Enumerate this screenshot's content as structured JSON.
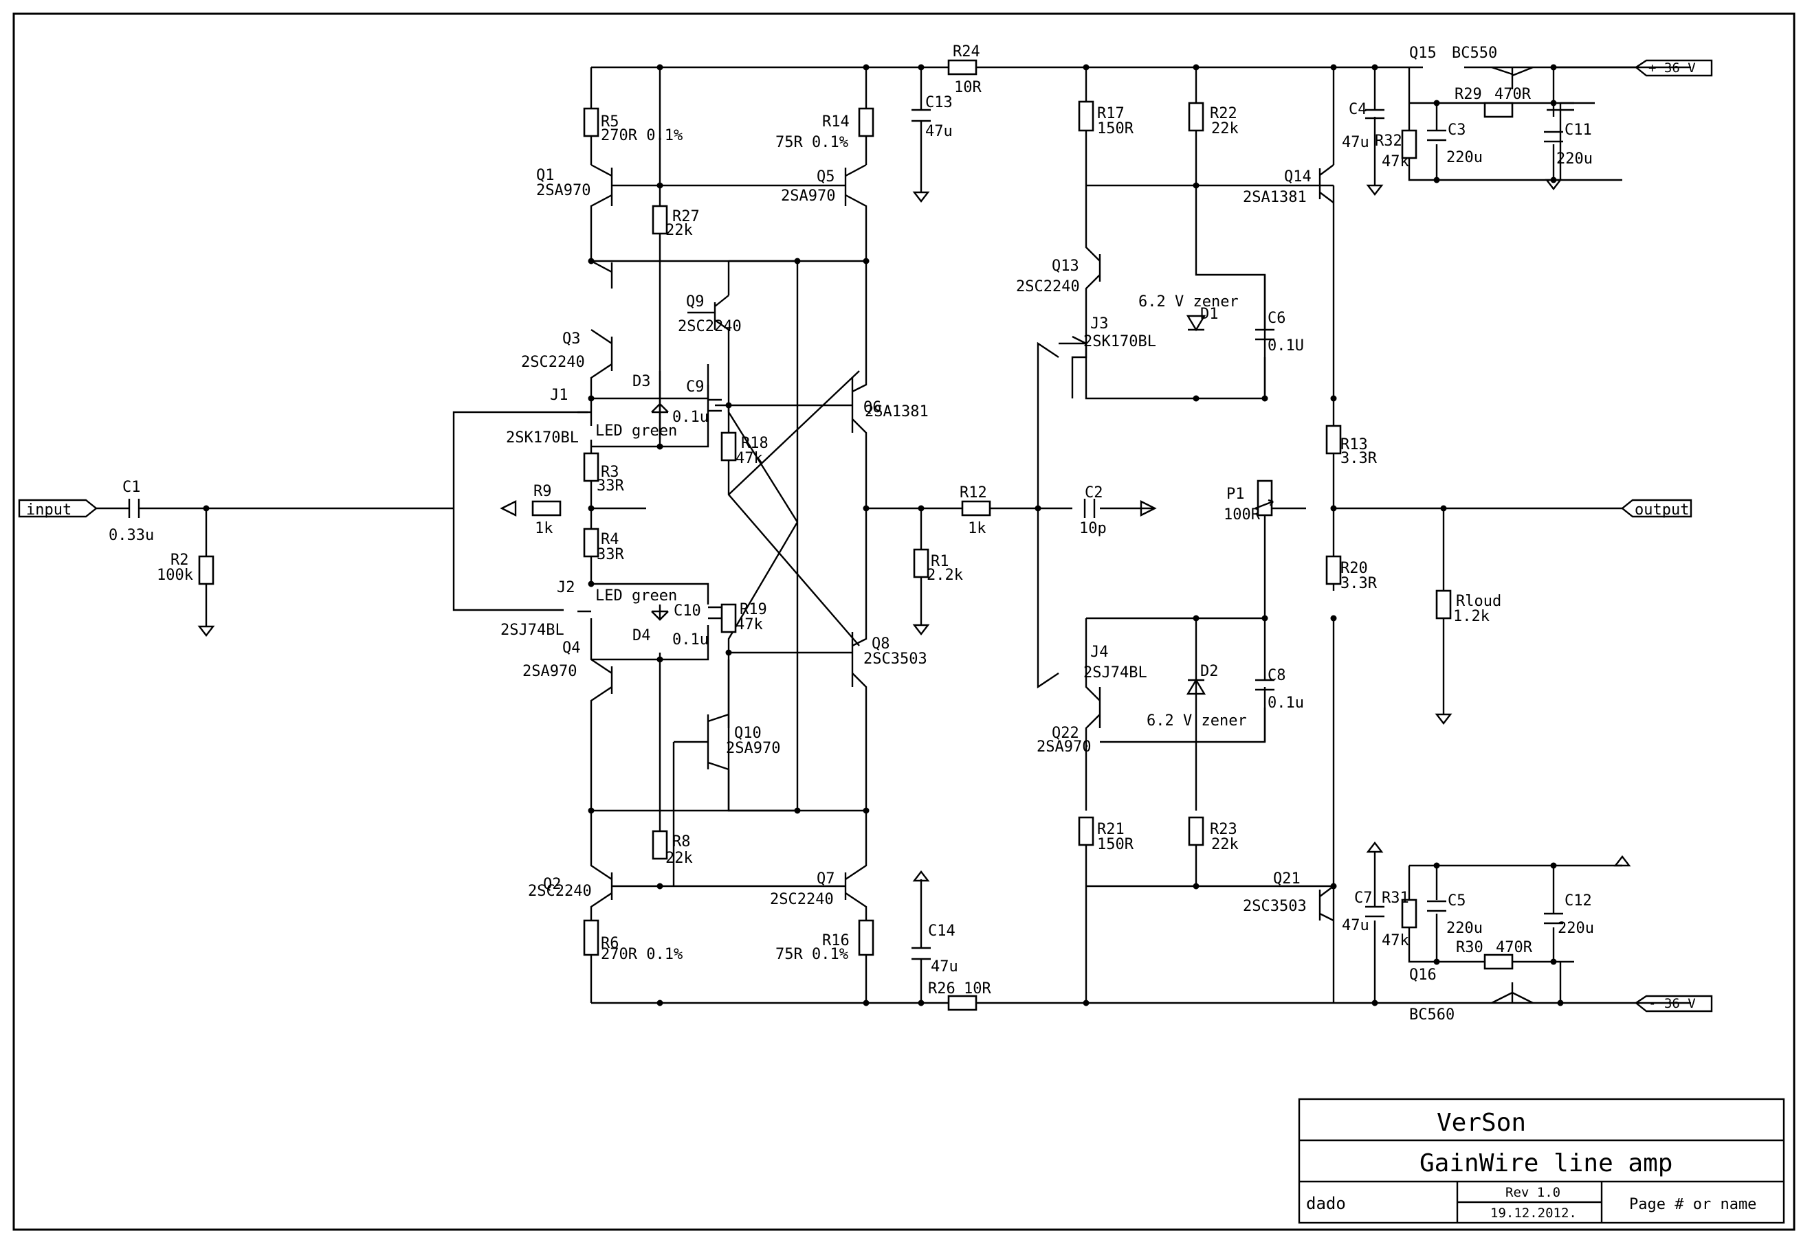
{
  "ports": {
    "input": "input",
    "output": "output",
    "vpos": "+ 36 V",
    "vneg": "- 36 V"
  },
  "components": {
    "C1": [
      "C1",
      "0.33u"
    ],
    "R2": [
      "R2",
      "100k"
    ],
    "R9": [
      "R9",
      "1k"
    ],
    "R5": [
      "R5",
      "270R 0.1%"
    ],
    "Q1": [
      "Q1",
      "2SA970"
    ],
    "R27": [
      "R27",
      "22k"
    ],
    "Q5": [
      "Q5",
      "2SA970"
    ],
    "R14": [
      "R14",
      "75R 0.1%"
    ],
    "R24": [
      "R24",
      "10R"
    ],
    "C13": [
      "C13",
      "47u"
    ],
    "Q9": [
      "Q9",
      "2SC2240"
    ],
    "Q3": [
      "Q3",
      "2SC2240"
    ],
    "J1": [
      "J1",
      "2SK170BL"
    ],
    "D3": [
      "D3",
      "LED green"
    ],
    "C9": [
      "C9",
      "0.1u"
    ],
    "Q6": [
      "Q6",
      "2SA1381"
    ],
    "R18": [
      "R18",
      "47k"
    ],
    "R3": [
      "R3",
      "33R"
    ],
    "R4": [
      "R4",
      "33R"
    ],
    "J2": [
      "J2",
      "2SJ74BL"
    ],
    "D4": [
      "D4",
      "LED green"
    ],
    "C10": [
      "C10",
      "0.1u"
    ],
    "R19": [
      "R19",
      "47k"
    ],
    "Q4": [
      "Q4",
      "2SA970"
    ],
    "Q8": [
      "Q8",
      "2SC3503"
    ],
    "Q10": [
      "Q10",
      "2SA970"
    ],
    "R8": [
      "R8",
      "22k"
    ],
    "Q2": [
      "Q2",
      "2SC2240"
    ],
    "Q7": [
      "Q7",
      "2SC2240"
    ],
    "R6": [
      "R6",
      "270R 0.1%"
    ],
    "R16": [
      "R16",
      "75R 0.1%"
    ],
    "C14": [
      "C14",
      "47u"
    ],
    "R26": [
      "R26",
      "10R"
    ],
    "R12": [
      "R12",
      "1k"
    ],
    "R1": [
      "R1",
      "2.2k"
    ],
    "C2": [
      "C2",
      "10p"
    ],
    "R17": [
      "R17",
      "150R"
    ],
    "R22": [
      "R22",
      "22k"
    ],
    "Q13": [
      "Q13",
      "2SC2240"
    ],
    "J3": [
      "J3",
      "2SK170BL"
    ],
    "D1": [
      "D1",
      "6.2 V zener"
    ],
    "C6": [
      "C6",
      "0.1U"
    ],
    "Q14": [
      "Q14",
      "2SA1381"
    ],
    "R13": [
      "R13",
      "3.3R"
    ],
    "P1": [
      "P1",
      "100R"
    ],
    "R20": [
      "R20",
      "3.3R"
    ],
    "J4": [
      "J4",
      "2SJ74BL"
    ],
    "D2": [
      "D2",
      "6.2 V zener"
    ],
    "C8": [
      "C8",
      "0.1u"
    ],
    "Q22": [
      "Q22",
      "2SA970"
    ],
    "R21": [
      "R21",
      "150R"
    ],
    "R23": [
      "R23",
      "22k"
    ],
    "Q21": [
      "Q21",
      "2SC3503"
    ],
    "Rload": [
      "Rloud",
      "1.2k"
    ],
    "Q15": [
      "Q15",
      "BC550"
    ],
    "R29": [
      "R29",
      "470R"
    ],
    "C4": [
      "C4",
      "47u"
    ],
    "R32": [
      "R32",
      "47k"
    ],
    "C3": [
      "C3",
      "220u"
    ],
    "C11": [
      "C11",
      "220u"
    ],
    "C7": [
      "C7",
      "47u"
    ],
    "R31": [
      "R31",
      "47k"
    ],
    "C5": [
      "C5",
      "220u"
    ],
    "C12": [
      "C12",
      "220u"
    ],
    "R30": [
      "R30",
      "470R"
    ],
    "Q16": [
      "Q16",
      "BC560"
    ]
  },
  "title_block": {
    "company": "VerSon",
    "title": "GainWire line amp",
    "author": "dado",
    "revision": "Rev 1.0",
    "date": "19.12.2012.",
    "page": "Page # or name"
  }
}
